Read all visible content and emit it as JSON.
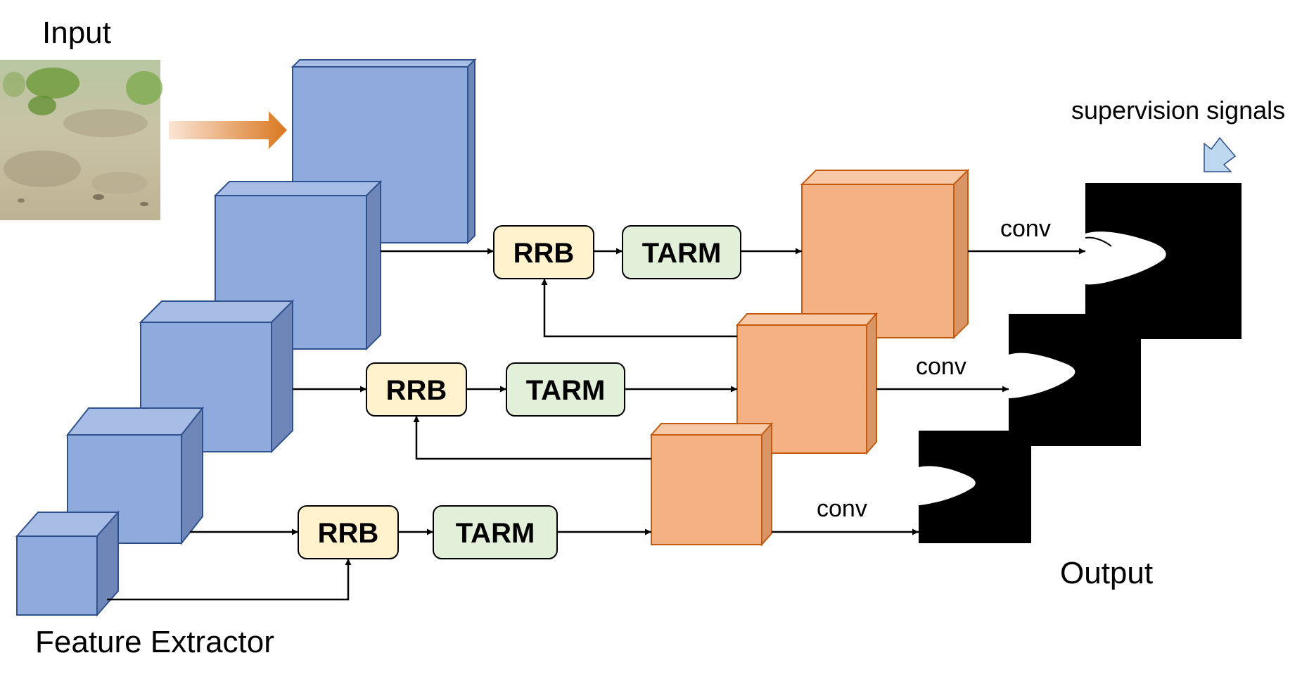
{
  "labels": {
    "input": "Input",
    "feature_extractor": "Feature Extractor",
    "output": "Output",
    "supervision": "supervision signals",
    "conv": "conv"
  },
  "modules": {
    "rrb": "RRB",
    "tarm": "TARM"
  },
  "colors": {
    "encoder_fill": "#8faadc",
    "encoder_side": "#6f87b8",
    "encoder_top": "#a7bde6",
    "encoder_stroke": "#2f528f",
    "decoder_fill": "#f4b183",
    "decoder_side": "#d99566",
    "decoder_top": "#f8c9a6",
    "decoder_stroke": "#c55a11",
    "rrb_fill": "#fff2cc",
    "tarm_fill": "#e2f0d9",
    "arrow_orange": "#d9771f",
    "supervision_arrow": "#bdd7ee"
  }
}
